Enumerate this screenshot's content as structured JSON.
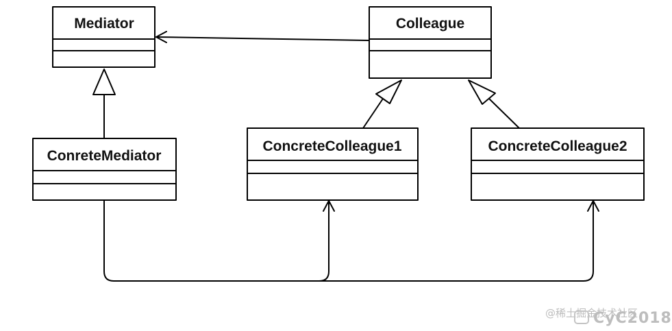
{
  "classes": {
    "mediator": "Mediator",
    "colleague": "Colleague",
    "concrete_mediator": "ConreteMediator",
    "concrete_colleague1": "ConcreteColleague1",
    "concrete_colleague2": "ConcreteColleague2"
  },
  "watermark": {
    "left_text": "@稀土掘金技术社区",
    "right_text": "CyC2018"
  },
  "colors": {
    "stroke": "#000000",
    "text": "#111111",
    "background": "#ffffff",
    "watermark": "#bdbdbd"
  }
}
